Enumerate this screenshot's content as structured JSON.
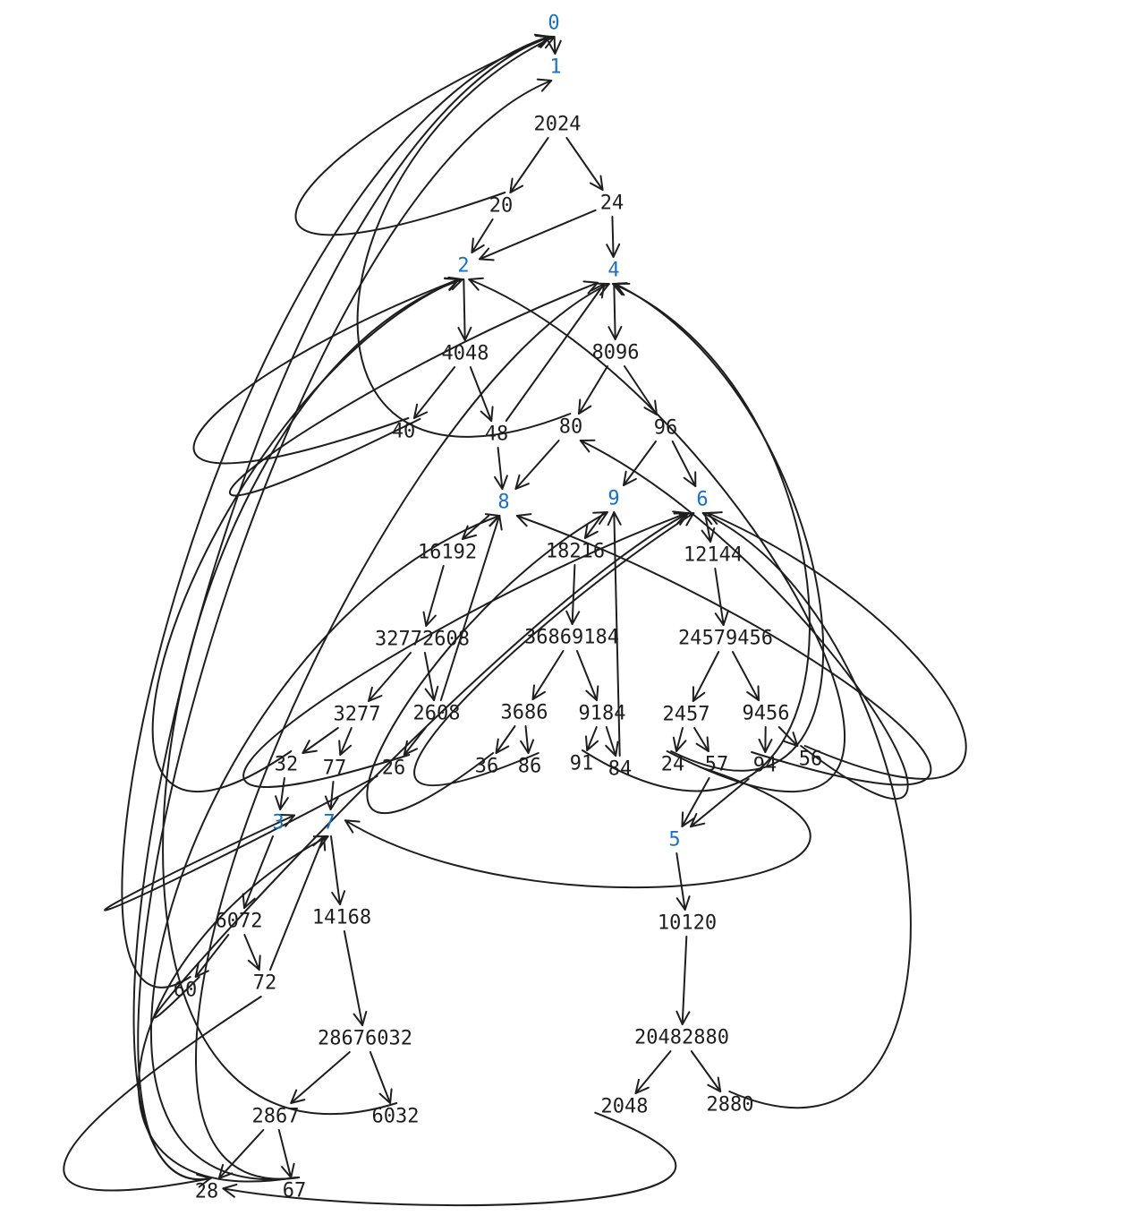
{
  "colors": {
    "line": "#1e1e1e",
    "digit": "#1971c2",
    "text": "#1e1e1e",
    "background": "#ffffff"
  },
  "nodes": [
    {
      "id": "0",
      "label": "0",
      "digit": true
    },
    {
      "id": "1",
      "label": "1",
      "digit": true
    },
    {
      "id": "2024",
      "label": "2024",
      "digit": false
    },
    {
      "id": "20",
      "label": "20",
      "digit": false
    },
    {
      "id": "24a",
      "label": "24",
      "digit": false
    },
    {
      "id": "2",
      "label": "2",
      "digit": true
    },
    {
      "id": "4",
      "label": "4",
      "digit": true
    },
    {
      "id": "4048",
      "label": "4048",
      "digit": false
    },
    {
      "id": "8096",
      "label": "8096",
      "digit": false
    },
    {
      "id": "40",
      "label": "40",
      "digit": false
    },
    {
      "id": "48",
      "label": "48",
      "digit": false
    },
    {
      "id": "80",
      "label": "80",
      "digit": false
    },
    {
      "id": "96",
      "label": "96",
      "digit": false
    },
    {
      "id": "8",
      "label": "8",
      "digit": true
    },
    {
      "id": "9",
      "label": "9",
      "digit": true
    },
    {
      "id": "6",
      "label": "6",
      "digit": true
    },
    {
      "id": "16192",
      "label": "16192",
      "digit": false
    },
    {
      "id": "18216",
      "label": "18216",
      "digit": false
    },
    {
      "id": "12144",
      "label": "12144",
      "digit": false
    },
    {
      "id": "32772608",
      "label": "32772608",
      "digit": false
    },
    {
      "id": "36869184",
      "label": "36869184",
      "digit": false
    },
    {
      "id": "24579456",
      "label": "24579456",
      "digit": false
    },
    {
      "id": "3277",
      "label": "3277",
      "digit": false
    },
    {
      "id": "2608",
      "label": "2608",
      "digit": false
    },
    {
      "id": "3686",
      "label": "3686",
      "digit": false
    },
    {
      "id": "9184",
      "label": "9184",
      "digit": false
    },
    {
      "id": "2457",
      "label": "2457",
      "digit": false
    },
    {
      "id": "9456",
      "label": "9456",
      "digit": false
    },
    {
      "id": "32",
      "label": "32",
      "digit": false
    },
    {
      "id": "77",
      "label": "77",
      "digit": false
    },
    {
      "id": "26",
      "label": "26",
      "digit": false
    },
    {
      "id": "36",
      "label": "36",
      "digit": false
    },
    {
      "id": "86",
      "label": "86",
      "digit": false
    },
    {
      "id": "91",
      "label": "91",
      "digit": false
    },
    {
      "id": "84",
      "label": "84",
      "digit": false
    },
    {
      "id": "24b",
      "label": "24",
      "digit": false
    },
    {
      "id": "57",
      "label": "57",
      "digit": false
    },
    {
      "id": "94",
      "label": "94",
      "digit": false
    },
    {
      "id": "56",
      "label": "56",
      "digit": false
    },
    {
      "id": "3",
      "label": "3",
      "digit": true
    },
    {
      "id": "7",
      "label": "7",
      "digit": true
    },
    {
      "id": "5",
      "label": "5",
      "digit": true
    },
    {
      "id": "6072",
      "label": "6072",
      "digit": false
    },
    {
      "id": "14168",
      "label": "14168",
      "digit": false
    },
    {
      "id": "10120",
      "label": "10120",
      "digit": false
    },
    {
      "id": "60",
      "label": "60",
      "digit": false
    },
    {
      "id": "72",
      "label": "72",
      "digit": false
    },
    {
      "id": "28676032",
      "label": "28676032",
      "digit": false
    },
    {
      "id": "20482880",
      "label": "20482880",
      "digit": false
    },
    {
      "id": "2867",
      "label": "2867",
      "digit": false
    },
    {
      "id": "6032",
      "label": "6032",
      "digit": false
    },
    {
      "id": "2048",
      "label": "2048",
      "digit": false
    },
    {
      "id": "2880",
      "label": "2880",
      "digit": false
    },
    {
      "id": "28",
      "label": "28",
      "digit": false
    },
    {
      "id": "67",
      "label": "67",
      "digit": false
    }
  ],
  "edges": [
    [
      "0",
      "1"
    ],
    [
      "2024",
      "20"
    ],
    [
      "2024",
      "24a"
    ],
    [
      "20",
      "0"
    ],
    [
      "20",
      "2"
    ],
    [
      "24a",
      "2"
    ],
    [
      "24a",
      "4"
    ],
    [
      "2",
      "4048"
    ],
    [
      "4",
      "8096"
    ],
    [
      "4048",
      "40"
    ],
    [
      "4048",
      "48"
    ],
    [
      "8096",
      "80"
    ],
    [
      "8096",
      "96"
    ],
    [
      "40",
      "2"
    ],
    [
      "40",
      "4"
    ],
    [
      "48",
      "4"
    ],
    [
      "48",
      "8"
    ],
    [
      "80",
      "0"
    ],
    [
      "80",
      "8"
    ],
    [
      "96",
      "9"
    ],
    [
      "96",
      "6"
    ],
    [
      "8",
      "16192"
    ],
    [
      "9",
      "18216"
    ],
    [
      "6",
      "12144"
    ],
    [
      "16192",
      "32772608"
    ],
    [
      "18216",
      "36869184"
    ],
    [
      "12144",
      "24579456"
    ],
    [
      "32772608",
      "3277"
    ],
    [
      "32772608",
      "2608"
    ],
    [
      "36869184",
      "3686"
    ],
    [
      "36869184",
      "9184"
    ],
    [
      "24579456",
      "2457"
    ],
    [
      "24579456",
      "9456"
    ],
    [
      "3277",
      "32"
    ],
    [
      "3277",
      "77"
    ],
    [
      "2608",
      "26"
    ],
    [
      "2608",
      "8"
    ],
    [
      "3686",
      "36"
    ],
    [
      "3686",
      "86"
    ],
    [
      "9184",
      "91"
    ],
    [
      "9184",
      "84"
    ],
    [
      "2457",
      "24b"
    ],
    [
      "2457",
      "57"
    ],
    [
      "9456",
      "94"
    ],
    [
      "9456",
      "56"
    ],
    [
      "32",
      "3"
    ],
    [
      "32",
      "2"
    ],
    [
      "77",
      "7"
    ],
    [
      "26",
      "3"
    ],
    [
      "26",
      "6"
    ],
    [
      "36",
      "9"
    ],
    [
      "86",
      "6"
    ],
    [
      "91",
      "4"
    ],
    [
      "84",
      "9"
    ],
    [
      "24b",
      "2"
    ],
    [
      "24b",
      "4"
    ],
    [
      "57",
      "5"
    ],
    [
      "57",
      "7"
    ],
    [
      "94",
      "5"
    ],
    [
      "94",
      "8"
    ],
    [
      "56",
      "80"
    ],
    [
      "56",
      "6"
    ],
    [
      "3",
      "6072"
    ],
    [
      "7",
      "14168"
    ],
    [
      "5",
      "10120"
    ],
    [
      "6072",
      "60"
    ],
    [
      "6072",
      "72"
    ],
    [
      "14168",
      "28676032"
    ],
    [
      "10120",
      "20482880"
    ],
    [
      "60",
      "0"
    ],
    [
      "60",
      "6"
    ],
    [
      "72",
      "7"
    ],
    [
      "72",
      "28"
    ],
    [
      "28676032",
      "2867"
    ],
    [
      "28676032",
      "6032"
    ],
    [
      "20482880",
      "2048"
    ],
    [
      "20482880",
      "2880"
    ],
    [
      "2867",
      "28"
    ],
    [
      "2867",
      "67"
    ],
    [
      "6032",
      "2"
    ],
    [
      "2048",
      "28"
    ],
    [
      "2880",
      "6"
    ],
    [
      "28",
      "1"
    ],
    [
      "28",
      "0"
    ],
    [
      "67",
      "8"
    ],
    [
      "67",
      "7"
    ],
    [
      "67",
      "4"
    ]
  ]
}
